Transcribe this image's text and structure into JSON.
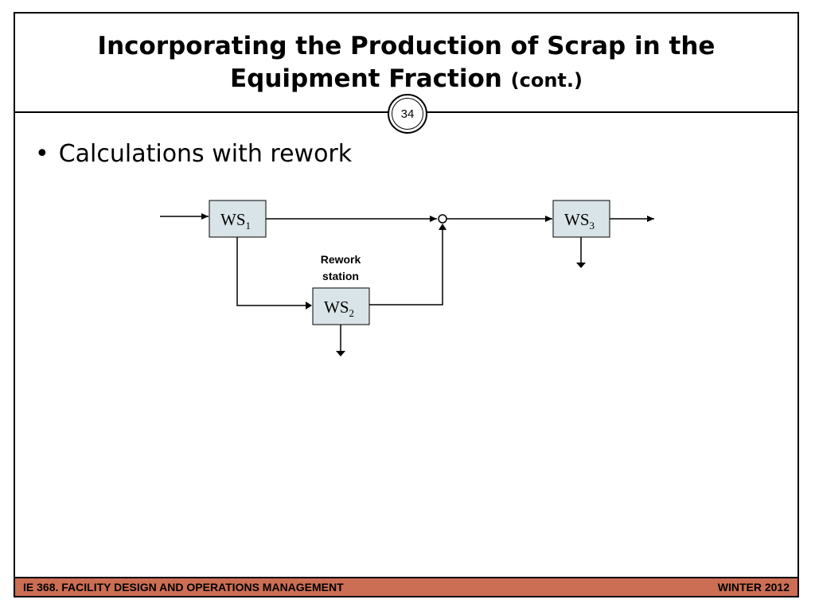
{
  "slide": {
    "title_line1": "Incorporating the Production of Scrap in the",
    "title_line2": "Equipment Fraction",
    "title_suffix": "(cont.)",
    "page_number": "34",
    "bullet_symbol": "•",
    "bullet_text": "Calculations with rework"
  },
  "diagram": {
    "ws1_label": "WS",
    "ws1_sub": "1",
    "ws2_label": "WS",
    "ws2_sub": "2",
    "ws3_label": "WS",
    "ws3_sub": "3",
    "rework_line1": "Rework",
    "rework_line2": "station",
    "box_fill": "#d9e4e8"
  },
  "footer": {
    "left_text": "IE 368. FACILITY DESIGN AND OPERATIONS MANAGEMENT",
    "right_text": "WINTER 2012",
    "color": "#cc6e54"
  }
}
